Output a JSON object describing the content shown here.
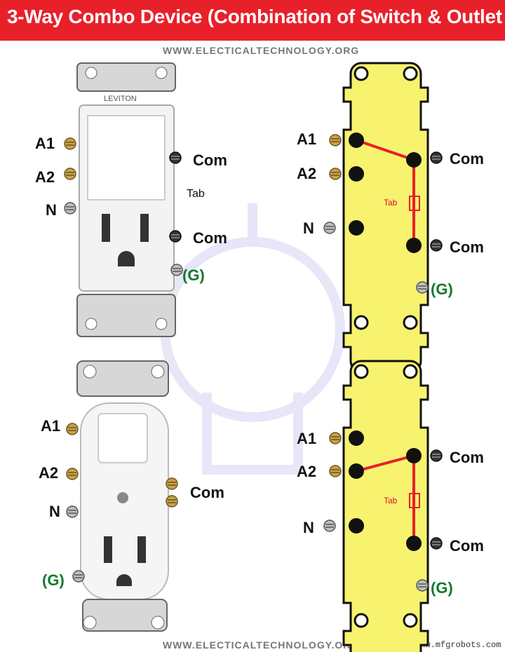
{
  "title": "3-Way Combo Device (Combination of Switch & Outlet",
  "watermark_top": "WWW.ELECTICALTECHNOLOGY.ORG",
  "watermark_bottom": "WWW.ELECTICALTECHNOLOGY.ORG",
  "credit": "www.mfgrobots.com",
  "brand_label": "LEVITON",
  "colors": {
    "title_bg": "#e8202a",
    "plate_yellow": "#f7f36f",
    "wire_red": "#e8202a",
    "ground_green": "#0f7a2a"
  },
  "device1": {
    "labels": [
      "A1",
      "A2",
      "N"
    ],
    "right": [
      "Com",
      "Tab",
      "Com"
    ],
    "ground": "(G)"
  },
  "device2": {
    "labels": [
      "A1",
      "A2",
      "N"
    ],
    "right": [
      "Com",
      "Com"
    ],
    "ground": "(G)",
    "tab": "Tab"
  },
  "device3": {
    "labels": [
      "A1",
      "A2",
      "N"
    ],
    "right": [
      "Com"
    ],
    "ground": "(G)"
  },
  "device4": {
    "labels": [
      "A1",
      "A2",
      "N"
    ],
    "right": [
      "Com",
      "Com"
    ],
    "ground": "(G)",
    "tab": "Tab"
  }
}
